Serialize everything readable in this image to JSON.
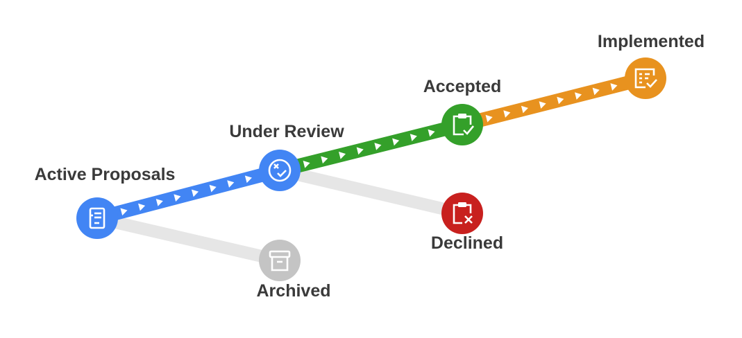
{
  "nodes": {
    "active": {
      "label": "Active Proposals",
      "color": "#4285f4",
      "icon": "document-icon"
    },
    "review": {
      "label": "Under Review",
      "color": "#4285f4",
      "icon": "review-badge-icon"
    },
    "accepted": {
      "label": "Accepted",
      "color": "#34a02a",
      "icon": "clipboard-check-icon"
    },
    "implemented": {
      "label": "Implemented",
      "color": "#e8921f",
      "icon": "checklist-icon"
    },
    "declined": {
      "label": "Declined",
      "color": "#c8201e",
      "icon": "clipboard-x-icon"
    },
    "archived": {
      "label": "Archived",
      "color": "#c4c4c4",
      "icon": "archive-box-icon"
    }
  },
  "edges": [
    {
      "from": "active",
      "to": "review",
      "color": "#4285f4",
      "style": "arrowed"
    },
    {
      "from": "review",
      "to": "accepted",
      "color": "#34a02a",
      "style": "arrowed"
    },
    {
      "from": "accepted",
      "to": "implemented",
      "color": "#e8921f",
      "style": "arrowed"
    },
    {
      "from": "review",
      "to": "declined",
      "color": "#e6e6e6",
      "style": "plain"
    },
    {
      "from": "active",
      "to": "archived",
      "color": "#e6e6e6",
      "style": "plain"
    }
  ]
}
